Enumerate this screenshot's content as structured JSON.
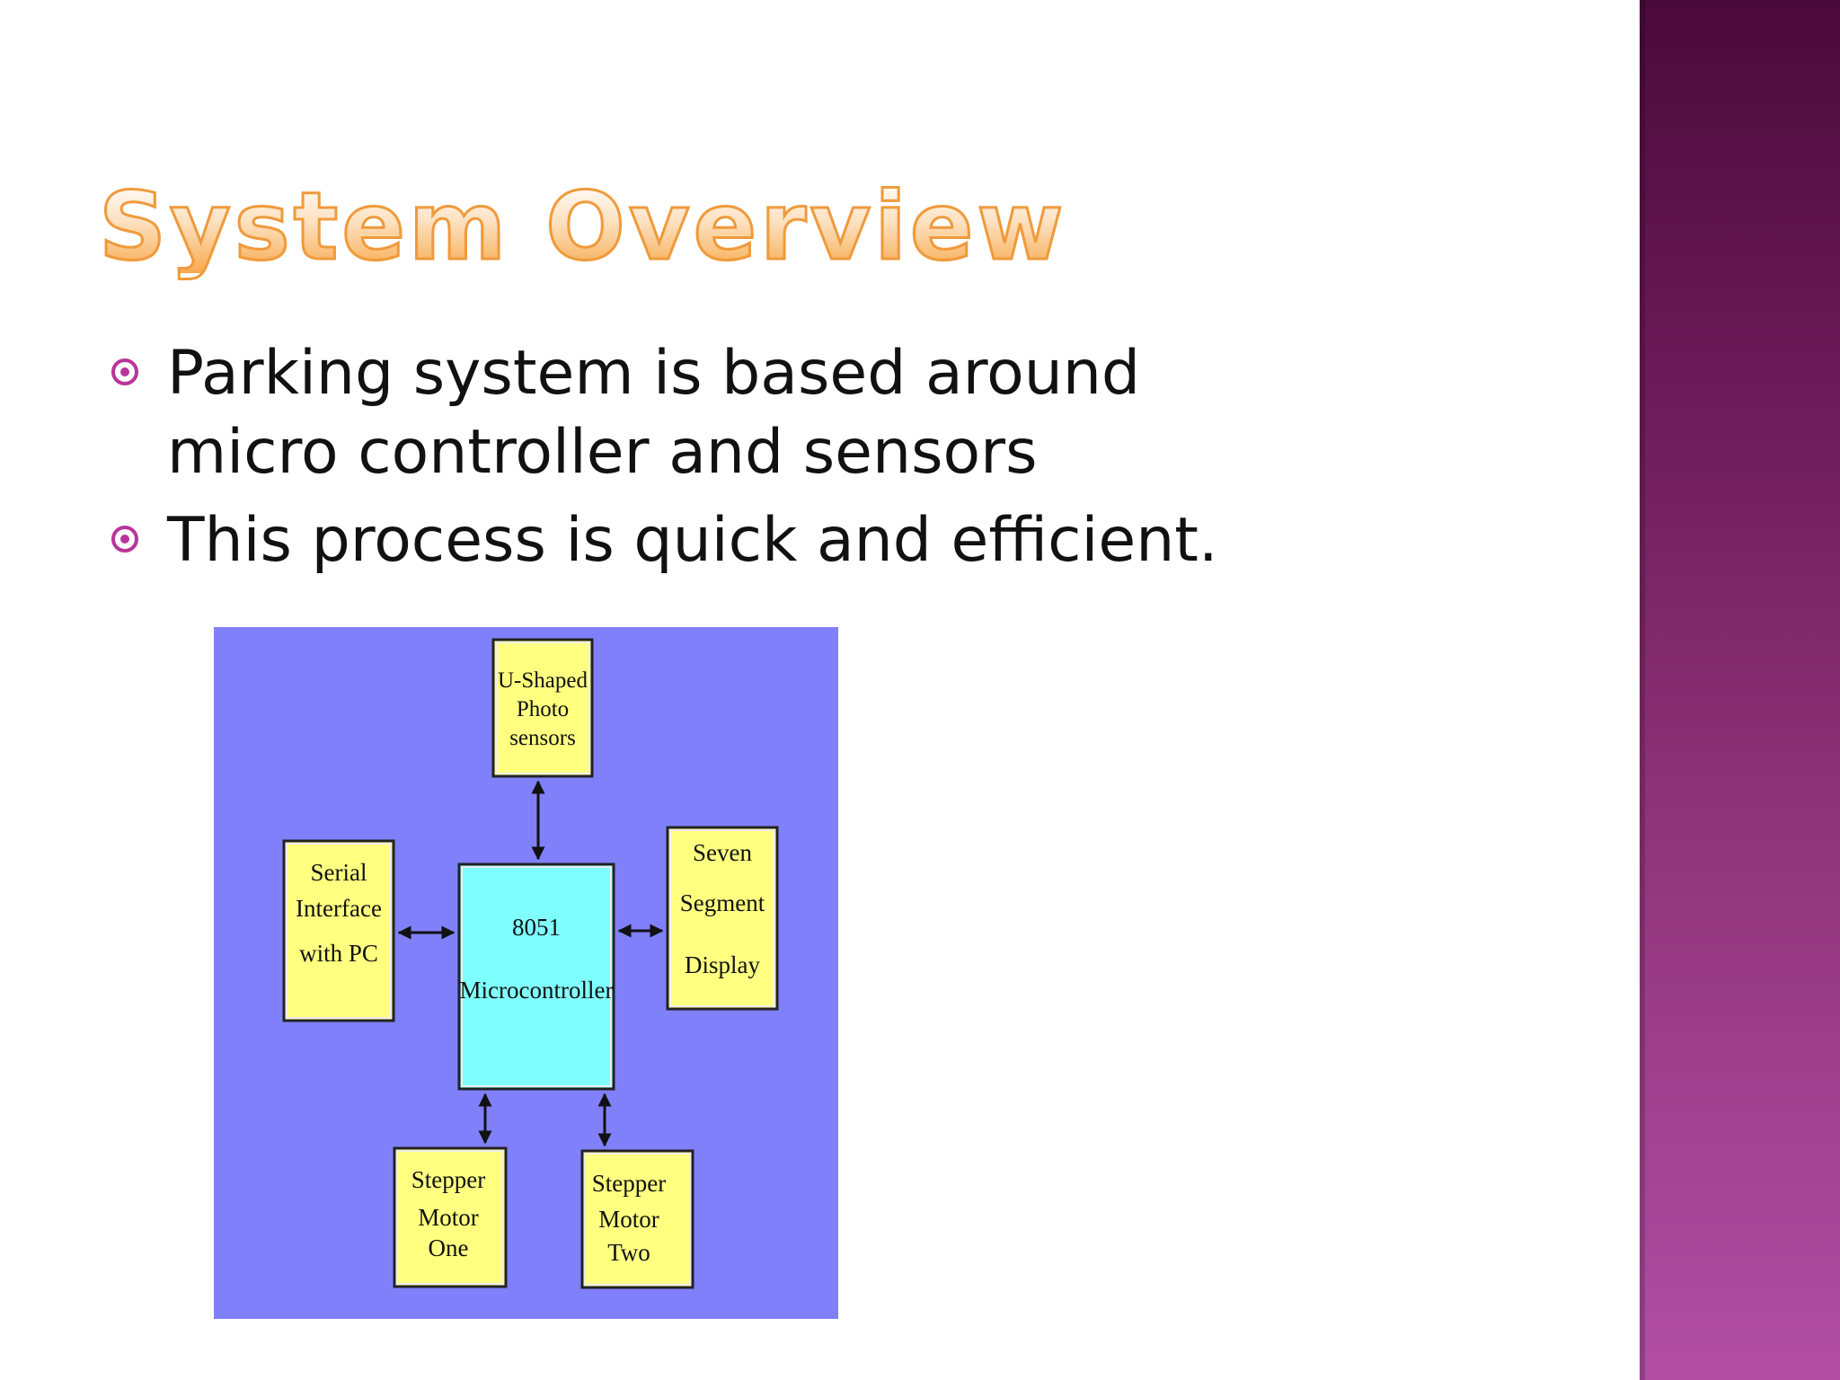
{
  "slide": {
    "title": "System Overview",
    "bullets": [
      "Parking system is based around micro controller and sensors",
      "This process is quick and efficient."
    ]
  },
  "diagram": {
    "background_color": "#8080fb",
    "block_color": "#ffff80",
    "controller_color": "#80ffff",
    "blocks": {
      "photo_sensors": [
        "U-Shaped",
        "Photo",
        "sensors"
      ],
      "serial": [
        "Serial",
        "Interface",
        "with PC"
      ],
      "controller": [
        "8051",
        "Microcontroller"
      ],
      "display": [
        "Seven",
        "Segment",
        "Display"
      ],
      "motor_one": [
        "Stepper",
        "Motor",
        "One"
      ],
      "motor_two": [
        "Stepper",
        "Motor",
        "Two"
      ]
    }
  },
  "colors": {
    "accent": "#b8359a",
    "title_orange": "#f09a3c",
    "side_band_top": "#4a0a3a",
    "side_band_bottom": "#b14ea4"
  }
}
